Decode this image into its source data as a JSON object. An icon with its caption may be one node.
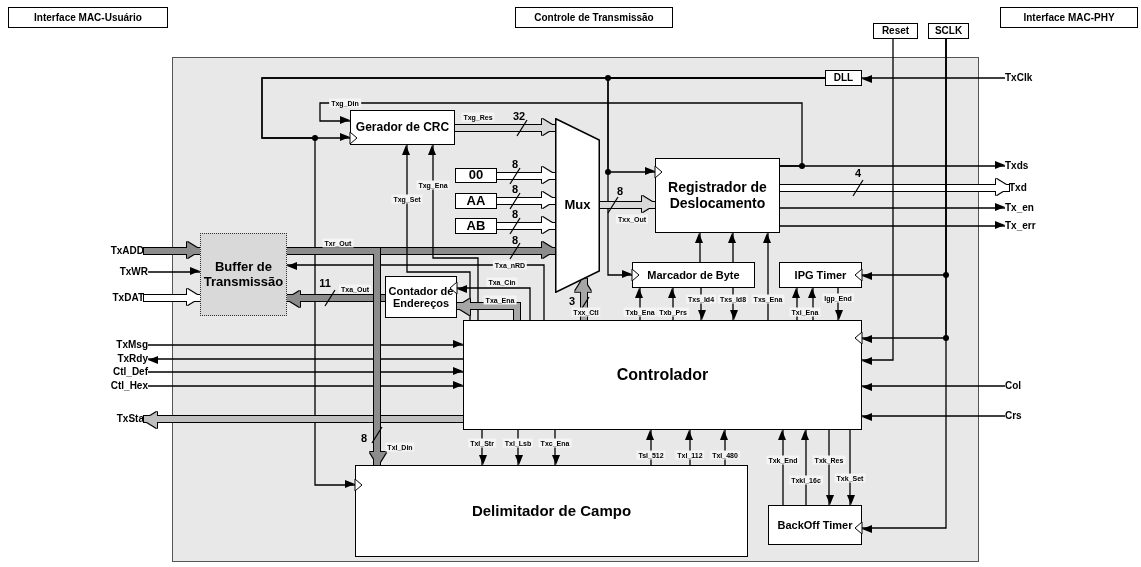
{
  "diagram": {
    "nodes": [
      {
        "text": [
          "Interface MAC-Usuário"
        ]
      },
      {
        "text": [
          "Controle de Transmissão"
        ]
      },
      {
        "text": [
          "Reset"
        ]
      },
      {
        "text": [
          "SCLK"
        ]
      },
      {
        "text": [
          "Interface MAC-PHY"
        ]
      },
      {
        "text": [],
        "shape": "box"
      },
      {
        "text": [
          "DLL"
        ],
        "in": 5
      },
      {
        "text": [
          "TxClk"
        ]
      },
      {
        "text": [
          "Gerador de CRC"
        ],
        "in": 5
      },
      {
        "text": [
          "00"
        ],
        "in": 5
      },
      {
        "text": [
          "AA"
        ],
        "in": 5
      },
      {
        "text": [
          "AB"
        ],
        "in": 5
      },
      {
        "text": [
          "Mux"
        ],
        "in": 5
      },
      {
        "text": [
          "Registrador de Deslocamento"
        ],
        "in": 5
      },
      {
        "text": [
          "Txds"
        ]
      },
      {
        "text": [
          "Txd"
        ]
      },
      {
        "text": [
          "Tx_en"
        ]
      },
      {
        "text": [
          "Tx_err"
        ]
      },
      {
        "text": [
          "TxADD"
        ]
      },
      {
        "text": [
          "TxWR"
        ]
      },
      {
        "text": [
          "TxDAT"
        ]
      },
      {
        "text": [
          "Buffer de Transmissão"
        ],
        "in": 5
      },
      {
        "text": [
          "Contador de Endereços"
        ],
        "in": 5
      },
      {
        "text": [
          "Marcador de Byte"
        ],
        "in": 5
      },
      {
        "text": [
          "IPG Timer"
        ],
        "in": 5
      },
      {
        "text": [
          "TxMsg"
        ]
      },
      {
        "text": [
          "TxRdy"
        ]
      },
      {
        "text": [
          "Ctl_Def"
        ]
      },
      {
        "text": [
          "Ctl_Hex"
        ]
      },
      {
        "text": [
          "Controlador"
        ],
        "in": 5
      },
      {
        "text": [
          "Col"
        ]
      },
      {
        "text": [
          "Crs"
        ]
      },
      {
        "text": [
          "TxSta"
        ]
      },
      {
        "text": [
          "Delimitador de Campo"
        ],
        "in": 5
      },
      {
        "text": [
          "BackOff Timer"
        ],
        "in": 5
      }
    ],
    "edges": [
      {
        "from": 7,
        "to": 6,
        "arrow": "to"
      },
      {
        "from": 6,
        "to": 8,
        "arrow": "to"
      },
      {
        "from": 6,
        "to": 33,
        "arrow": "to"
      },
      {
        "from": 6,
        "to": 13,
        "arrow": "to"
      },
      {
        "from": 6,
        "to": 23,
        "arrow": "to"
      },
      {
        "from": 13,
        "to": 8,
        "arrow": "to",
        "label": "Txg_Din"
      },
      {
        "from": 8,
        "to": 12,
        "arrow": "to",
        "label": "Txg_Res",
        "style": "thick",
        "color": "#d9d9d9"
      },
      {
        "from": 9,
        "to": 12,
        "arrow": "to",
        "style": "thick",
        "color": "#ffffff"
      },
      {
        "from": 10,
        "to": 12,
        "arrow": "to",
        "style": "thick",
        "color": "#ffffff"
      },
      {
        "from": 11,
        "to": 12,
        "arrow": "to",
        "style": "thick",
        "color": "#ffffff"
      },
      {
        "from": 21,
        "to": 12,
        "arrow": "to",
        "label": "Txr_Out",
        "style": "thick",
        "color": "#8c8c8c"
      },
      {
        "from": 12,
        "to": 13,
        "arrow": "to",
        "label": "Txx_Out",
        "style": "thick",
        "color": "#d9d9d9"
      },
      {
        "from": 13,
        "to": 14,
        "arrow": "to"
      },
      {
        "from": 13,
        "to": 15,
        "arrow": "to",
        "style": "thick",
        "color": "#ffffff"
      },
      {
        "from": 13,
        "to": 16,
        "arrow": "to"
      },
      {
        "from": 13,
        "to": 17,
        "arrow": "to"
      },
      {
        "from": 18,
        "to": 21,
        "arrow": "to",
        "style": "thick",
        "color": "#8c8c8c"
      },
      {
        "from": 19,
        "to": 21,
        "arrow": "to"
      },
      {
        "from": 20,
        "to": 21,
        "arrow": "to",
        "style": "thick",
        "color": "#ffffff"
      },
      {
        "from": 29,
        "to": 21,
        "arrow": "to",
        "label": "Txa_nRD"
      },
      {
        "from": 22,
        "to": 21,
        "arrow": "to",
        "label": "Txa_Out",
        "style": "thick",
        "color": "#8c8c8c"
      },
      {
        "from": 29,
        "to": 8,
        "arrow": "to",
        "label": "Txg_Set"
      },
      {
        "from": 29,
        "to": 8,
        "arrow": "to",
        "label": "Txg_Ena"
      },
      {
        "from": 29,
        "to": 22,
        "arrow": "to",
        "label": "Txa_Cin"
      },
      {
        "from": 29,
        "to": 22,
        "arrow": "to",
        "label": "Txa_Ena",
        "style": "thick",
        "color": "#a6a6a6"
      },
      {
        "from": 29,
        "to": 12,
        "arrow": "to",
        "label": "Txx_Ctl",
        "style": "thick",
        "color": "#a6a6a6"
      },
      {
        "from": 29,
        "to": 23,
        "arrow": "to",
        "label": "Txb_Ena"
      },
      {
        "from": 29,
        "to": 23,
        "arrow": "to",
        "label": "Txb_Prs"
      },
      {
        "from": 23,
        "to": 29,
        "arrow": "to",
        "label": "Txs_Id4"
      },
      {
        "from": 23,
        "to": 29,
        "arrow": "to",
        "label": "Txs_Id8"
      },
      {
        "from": 29,
        "to": 13,
        "arrow": "to",
        "label": "Txs_Ena"
      },
      {
        "from": 29,
        "to": 24,
        "arrow": "to",
        "label": "Txi_Ena"
      },
      {
        "from": 29,
        "to": 24,
        "arrow": "to"
      },
      {
        "from": 24,
        "to": 29,
        "arrow": "to",
        "label": "Igp_End"
      },
      {
        "from": 3,
        "to": 24,
        "arrow": "to"
      },
      {
        "from": 3,
        "to": 29,
        "arrow": "to"
      },
      {
        "from": 3,
        "to": 34,
        "arrow": "to"
      },
      {
        "from": 2,
        "to": 29,
        "arrow": "to"
      },
      {
        "from": 30,
        "to": 29,
        "arrow": "to"
      },
      {
        "from": 31,
        "to": 29,
        "arrow": "to"
      },
      {
        "from": 25,
        "to": 29,
        "arrow": "to"
      },
      {
        "from": 29,
        "to": 26,
        "arrow": "to"
      },
      {
        "from": 27,
        "to": 29,
        "arrow": "to"
      },
      {
        "from": 28,
        "to": 29,
        "arrow": "to"
      },
      {
        "from": 29,
        "to": 32,
        "arrow": "to",
        "style": "thick",
        "color": "#bfbfbf"
      },
      {
        "from": 21,
        "to": 33,
        "arrow": "to",
        "label": "Txl_Din",
        "style": "thick",
        "color": "#8c8c8c"
      },
      {
        "from": 29,
        "to": 33,
        "arrow": "to",
        "label": "Txl_Str"
      },
      {
        "from": 29,
        "to": 33,
        "arrow": "to",
        "label": "Txl_Lsb"
      },
      {
        "from": 29,
        "to": 33,
        "arrow": "to",
        "label": "Txc_Ena"
      },
      {
        "from": 33,
        "to": 29,
        "arrow": "to",
        "label": "Tsl_512"
      },
      {
        "from": 33,
        "to": 29,
        "arrow": "to",
        "label": "Txl_112"
      },
      {
        "from": 33,
        "to": 29,
        "arrow": "to",
        "label": "Txl_480"
      },
      {
        "from": 34,
        "to": 29,
        "arrow": "to",
        "label": "Txk_End"
      },
      {
        "from": 34,
        "to": 29,
        "arrow": "to",
        "label": "Txkl_16c"
      },
      {
        "from": 29,
        "to": 34,
        "arrow": "to",
        "label": "Txk_Res"
      },
      {
        "from": 29,
        "to": 34,
        "arrow": "to",
        "label": "Txk_Set"
      },
      {
        "from": 23,
        "to": 13,
        "arrow": "to"
      },
      {
        "from": 23,
        "to": 13,
        "arrow": "to"
      }
    ],
    "labels": [
      "32",
      "8",
      "8",
      "8",
      "8",
      "8",
      "4",
      "11",
      "3",
      "8"
    ]
  }
}
